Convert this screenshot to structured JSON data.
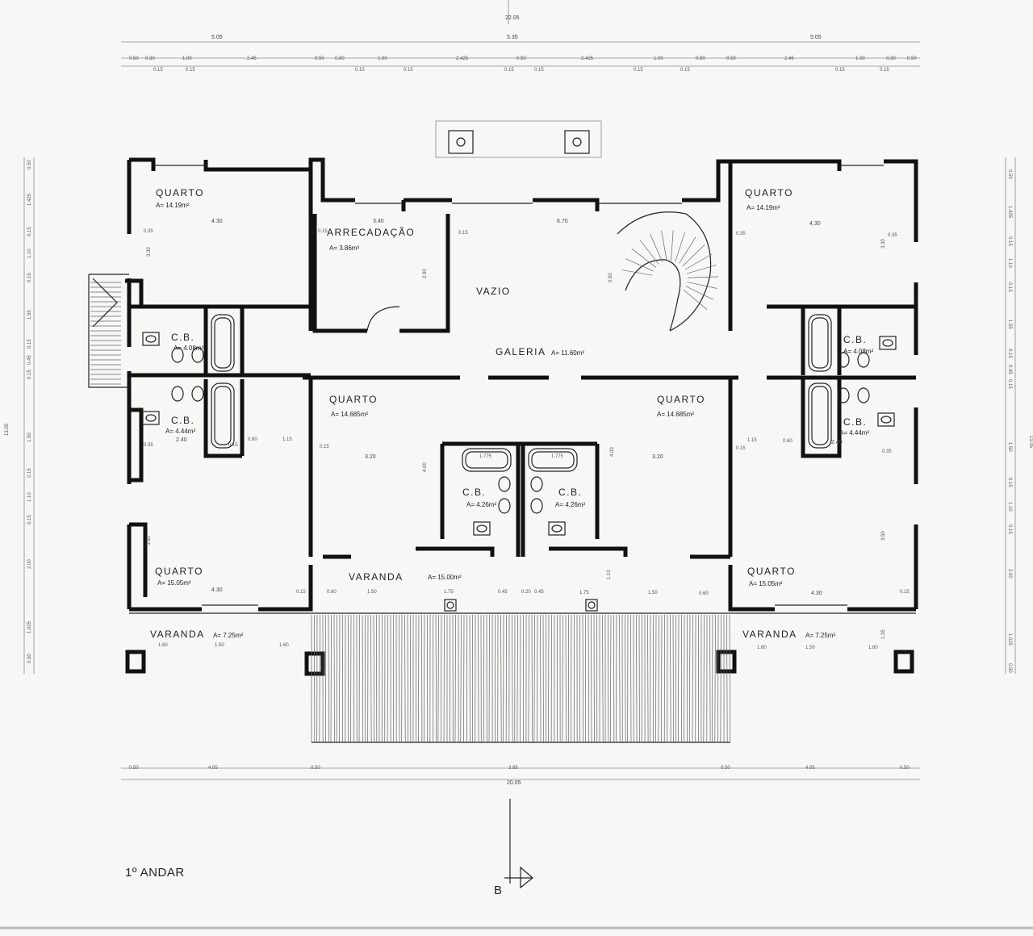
{
  "plan": {
    "title": "1º ANDAR",
    "section_marker": "B",
    "rooms": {
      "quarto_tl": {
        "label": "QUARTO",
        "area": "A= 14.19m²",
        "dim": "4.30",
        "dim2": "3.30"
      },
      "arrecadacao": {
        "label": "ARRECADAÇÃO",
        "area": "A= 3.86m²",
        "dim": "3.40",
        "dim2": "2.90"
      },
      "vazio": {
        "label": "VAZIO",
        "dim": "6.70"
      },
      "quarto_tr": {
        "label": "QUARTO",
        "area": "A= 14.19m²",
        "dim": "4.30",
        "dim2": "3.30"
      },
      "cb_l1": {
        "label": "C.B.",
        "area": "A= 4.08m²"
      },
      "cb_l2": {
        "label": "C.B.",
        "area": "A= 4.44m²",
        "dim": "2.40"
      },
      "cb_r1": {
        "label": "C.B.",
        "area": "A= 4.08m²"
      },
      "cb_r2": {
        "label": "C.B.",
        "area": "A= 4.44m²",
        "dim": "2.40"
      },
      "galeria": {
        "label": "GALERIA",
        "area": "A= 11.60m²"
      },
      "quarto_cl": {
        "label": "QUARTO",
        "area": "A= 14.685m²",
        "dim": "3.20"
      },
      "quarto_cr": {
        "label": "QUARTO",
        "area": "A= 14.685m²",
        "dim": "3.20"
      },
      "cb_c1": {
        "label": "C.B.",
        "area": "A= 4.26m²"
      },
      "cb_c2": {
        "label": "C.B.",
        "area": "A= 4.26m²"
      },
      "quarto_bl": {
        "label": "QUARTO",
        "area": "A= 15.05m²",
        "dim": "4.30",
        "dim2": "3.50"
      },
      "quarto_br": {
        "label": "QUARTO",
        "area": "A= 15.05m²",
        "dim": "4.30",
        "dim2": "3.50"
      },
      "varanda_c": {
        "label": "VARANDA",
        "area": "A= 15.00m²"
      },
      "varanda_l": {
        "label": "VARANDA",
        "area": "A= 7.25m²"
      },
      "varanda_r": {
        "label": "VARANDA",
        "area": "A= 7.25m²"
      }
    },
    "top_dims": {
      "overall": "22.05",
      "groups": [
        "5.05",
        "5.35",
        "5.05"
      ],
      "segments": [
        "0.50",
        "0.30",
        "1.00",
        "2.45",
        "0.50",
        "0.80",
        "1.00",
        "2.425",
        "0.50",
        "2.425",
        "1.00",
        "0.80",
        "0.50",
        "2.45",
        "1.00",
        "0.30",
        "0.50"
      ],
      "small": "0.15"
    },
    "bottom_dims": {
      "overall": "20.05",
      "segments": [
        "0.50",
        "4.05",
        "0.50",
        "3.95",
        "0.50",
        "4.05",
        "0.50"
      ]
    },
    "left_dims": [
      "0.50",
      "1.425",
      "0.15",
      "1.10",
      "0.15",
      "1.55",
      "0.15",
      "0.45",
      "0.15",
      "1.50",
      "0.15",
      "1.10",
      "0.15",
      "2.00",
      "1.025",
      "0.50"
    ],
    "left_overall": "13.05",
    "right_dims": [
      "0.50",
      "1.425",
      "0.15",
      "1.10",
      "0.15",
      "1.55",
      "0.15",
      "0.45",
      "0.15",
      "1.50",
      "0.15",
      "1.10",
      "0.15",
      "2.00",
      "1.025",
      "0.50"
    ],
    "right_overall": "13.05",
    "inner_dims": {
      "d035": "0.35",
      "d015": "0.15",
      "d060": "0.60",
      "d115": "1.15",
      "d150": "1.50",
      "d175": "1.75",
      "d160": "1.60",
      "d045": "0.45",
      "d020": "0.20",
      "d400": "4.00",
      "d110": "1.10",
      "d135": "1.35",
      "d090": "0.90",
      "bath": "1.775"
    }
  }
}
